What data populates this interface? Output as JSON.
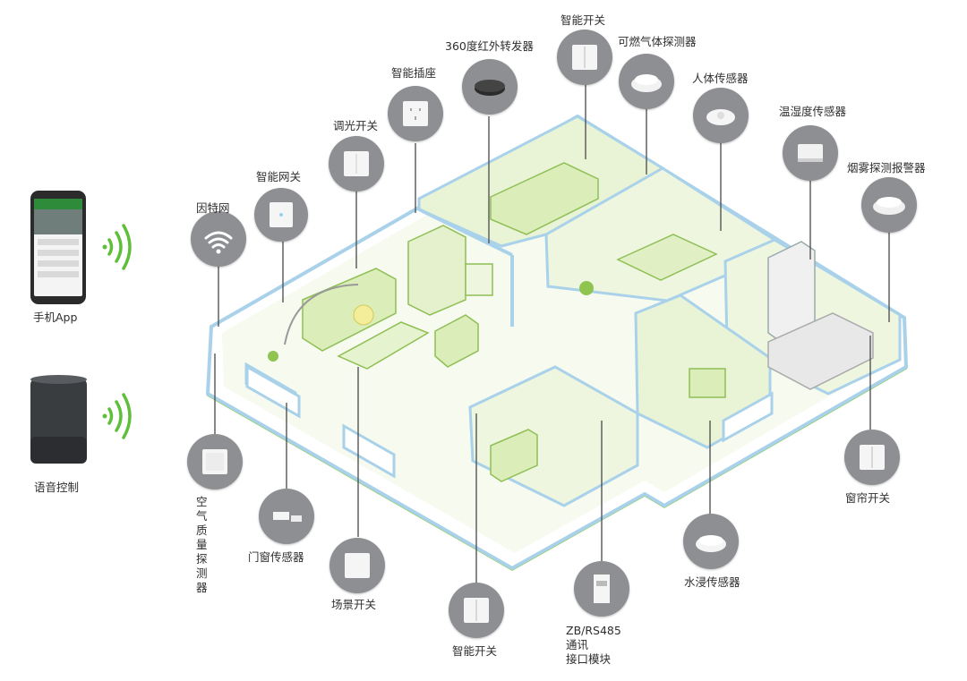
{
  "labels": {
    "internet": "因特网",
    "gateway": "智能网关",
    "dimmer": "调光开关",
    "socket": "智能插座",
    "ir": "360度红外转发器",
    "smart_switch_top": "智能开关",
    "gas": "可燃气体探测器",
    "human": "人体传感器",
    "temp_humidity": "温湿度传感器",
    "smoke": "烟雾探测报警器",
    "air_quality": "空气质量\n探测器",
    "door_window": "门窗传感器",
    "scene": "场景开关",
    "smart_switch_bottom": "智能开关",
    "module": "ZB/RS485通讯\n接口模块",
    "water": "水浸传感器",
    "curtain": "窗帘开关",
    "phone_app": "手机App",
    "voice": "语音控制"
  },
  "colors": {
    "wall_blue": "#a9d2ea",
    "floor_green": "#7fc63a",
    "room_fill": "#e9f4d6",
    "wifi_green": "#5fbf3a",
    "device_circle": "#8d8f92",
    "leader": "#555555"
  }
}
